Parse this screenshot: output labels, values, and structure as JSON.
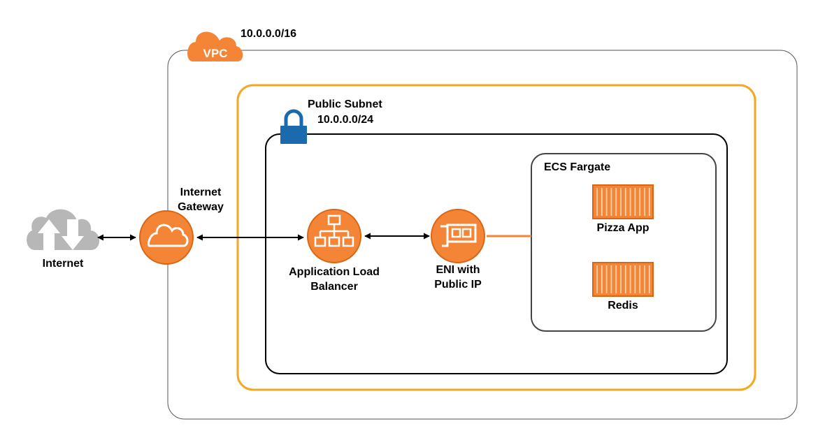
{
  "vpc": {
    "badge": "VPC",
    "cidr": "10.0.0.0/16"
  },
  "subnet": {
    "title": "Public Subnet",
    "cidr": "10.0.0.0/24"
  },
  "cluster": {
    "title": "ECS Fargate"
  },
  "nodes": {
    "internet": {
      "label": "Internet"
    },
    "gateway": {
      "line1": "Internet",
      "line2": "Gateway"
    },
    "alb": {
      "line1": "Application Load",
      "line2": "Balancer"
    },
    "eni": {
      "line1": "ENI with",
      "line2": "Public IP"
    },
    "pizza": {
      "label": "Pizza App"
    },
    "redis": {
      "label": "Redis"
    }
  },
  "colors": {
    "aws_orange": "#F58536",
    "aws_orange_dark": "#D86613",
    "subnet_border": "#F5A623",
    "lock_blue": "#1B6AAE",
    "cloud_grey": "#B7B7B7",
    "vpc_border": "#555555"
  }
}
